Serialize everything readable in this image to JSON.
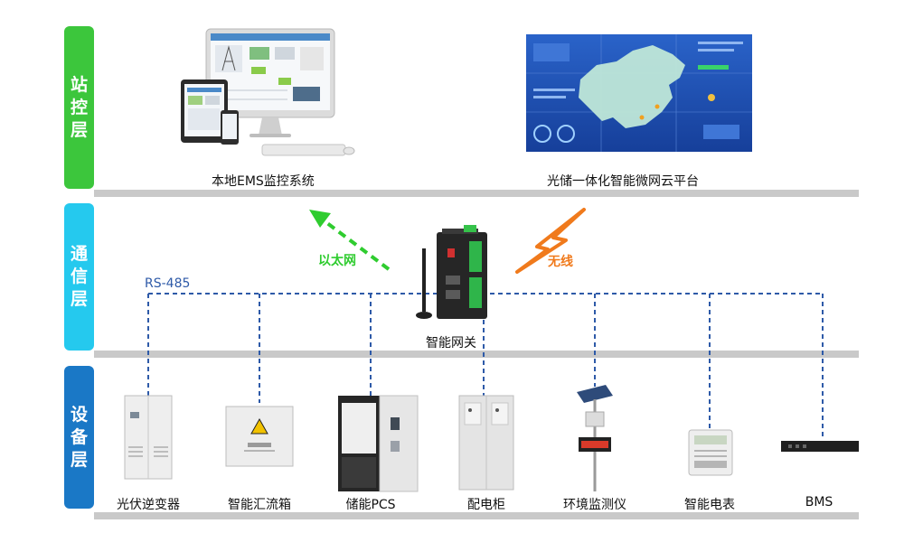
{
  "layers": [
    {
      "label": "站控层",
      "color": "#3cc63c"
    },
    {
      "label": "通信层",
      "color": "#25c9ee"
    },
    {
      "label": "设备层",
      "color": "#1a78c6"
    }
  ],
  "station": {
    "local_system": "本地EMS监控系统",
    "cloud_platform": "光储一体化智能微网云平台"
  },
  "communication": {
    "bus_label": "RS-485",
    "ethernet_label": "以太网",
    "wireless_label": "无线",
    "gateway_label": "智能网关",
    "colors": {
      "bus": "#2e5aa8",
      "ethernet": "#2fcc2f",
      "wireless": "#f07a1c"
    }
  },
  "devices": [
    {
      "label": "光伏逆变器",
      "icon": "inverter-cabinet"
    },
    {
      "label": "智能汇流箱",
      "icon": "combiner-box"
    },
    {
      "label": "储能PCS",
      "icon": "pcs-cabinet"
    },
    {
      "label": "配电柜",
      "icon": "distribution-cabinet"
    },
    {
      "label": "环境监测仪",
      "icon": "weather-station"
    },
    {
      "label": "智能电表",
      "icon": "smart-meter"
    },
    {
      "label": "BMS",
      "icon": "bms-unit"
    }
  ]
}
